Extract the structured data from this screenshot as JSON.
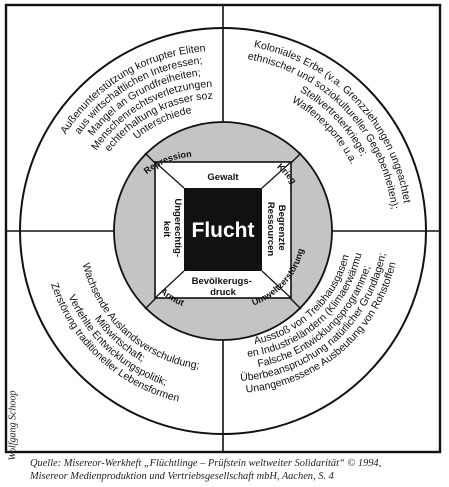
{
  "diagram": {
    "center": "Flucht",
    "inner_boxes": {
      "top": "Gewalt",
      "bottom": [
        "Bevölkerugs-",
        "druck"
      ],
      "left": [
        "Ungerechtig-",
        "keit"
      ],
      "right": [
        "Begrenzte",
        "Ressourcen"
      ]
    },
    "ring_labels": {
      "top_left": "Repression",
      "top_right": "Krieg",
      "bottom_left": "Armut",
      "bottom_right": "Umweltzerstörung"
    },
    "quadrants": {
      "top_left": [
        "Außenunterstützung korrupter Eliten",
        "aus wirtschaftlichen Interessen;",
        "Mangel an Grundfreiheiten;",
        "Menschenrechtsverletzungen;",
        "Aufrechterhaltung krasser sozialer",
        "Unterschiede"
      ],
      "top_right": [
        "Koloniales Erbe (v.a. Grenzziehungen ungeachtet",
        "ethnischer und soziokultureller Gegebenheiten);",
        "Stellvertreterkriege;",
        "Waffenexporte u.a."
      ],
      "bottom_left": [
        "Wachsende Auslandsverschuldung;",
        "Mißwirtschaft;",
        "Verfehlte Entwicklungspolitik;",
        "Zerstörung traditioneller Lebensformen"
      ],
      "bottom_right": [
        "Ausstoß von Treibhausgasen",
        "in den Industrieländern (Klimaerwärmung);",
        "Falsche Entwicklungsprogramme;",
        "Überbeanspruchung natürlicher Grundlagen;",
        "Unangemessene Ausbeutung von Rohstoffen"
      ]
    },
    "colors": {
      "ring": "#c4c4c4",
      "center_box": "#111111",
      "lines": "#111111"
    }
  },
  "credit": "Wolfgang Schoop",
  "source": [
    "Quelle: Misereor-Werkheft „Flüchtlinge – Prüfstein weltweiter Solidarität“ © 1994,",
    "Misereor Medienproduktion und Vertriebsgesellschaft mbH, Aachen, S. 4"
  ]
}
